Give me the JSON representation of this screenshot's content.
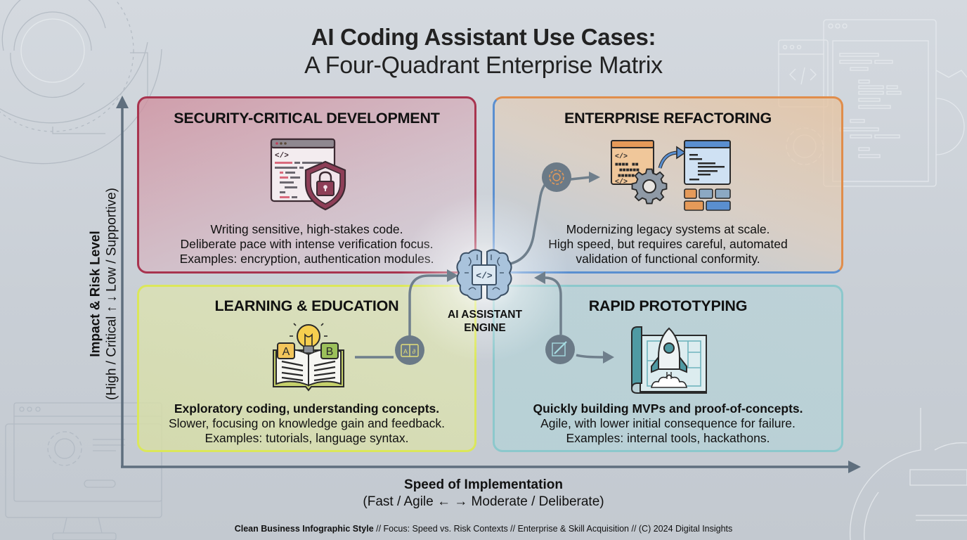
{
  "header": {
    "title": "AI Coding Assistant Use Cases:",
    "subtitle": "A Four-Quadrant Enterprise Matrix"
  },
  "axes": {
    "y": {
      "title": "Impact & Risk Level",
      "range_label": "(High / Critical ↑ ↓ Low / Supportive)"
    },
    "x": {
      "title": "Speed of Implementation",
      "range_label": "(Fast / Agile ← → Moderate / Deliberate)"
    },
    "color": "#5f6f7e"
  },
  "center": {
    "label_line1": "AI ASSISTANT",
    "label_line2": "ENGINE",
    "icon": "brain-code-icon"
  },
  "quadrants": {
    "security": {
      "title": "SECURITY-CRITICAL DEVELOPMENT",
      "lines": [
        "Writing sensitive, high-stakes code.",
        "Deliberate pace with intense verification focus.",
        "Examples: encryption, authentication modules."
      ],
      "icon": "code-window-shield-lock-icon",
      "accent": "#a8344f"
    },
    "enterprise": {
      "title": "ENTERPRISE REFACTORING",
      "lines": [
        "Modernizing legacy systems at scale.",
        "High speed, but requires careful, automated",
        "validation of functional conformity."
      ],
      "icon": "legacy-to-modern-code-gear-icon",
      "node_icon": "gear-icon",
      "accent": "#e08d4b"
    },
    "learning": {
      "title": "LEARNING & EDUCATION",
      "lines": [
        "Exploratory coding, understanding concepts.",
        "Slower, focusing on knowledge gain and feedback.",
        "Examples: tutorials, language syntax."
      ],
      "icon": "book-lightbulb-ab-icon",
      "node_icon": "open-book-icon",
      "badge_a": "A",
      "badge_b": "B",
      "accent": "#dbe75a"
    },
    "rapid": {
      "title": "RAPID PROTOTYPING",
      "lines": [
        "Quickly building MVPs and proof-of-concepts.",
        "Agile, with lower initial consequence for failure.",
        "Examples: internal tools, hackathons."
      ],
      "icon": "rocket-blueprint-icon",
      "node_icon": "blueprint-pencil-icon",
      "accent": "#8cc8cc"
    }
  },
  "footer": {
    "bold": "Clean Business Infographic Style",
    "rest": " // Focus: Speed vs. Risk Contexts // Enterprise & Skill Acquisition // (C) 2024 Digital Insights"
  }
}
